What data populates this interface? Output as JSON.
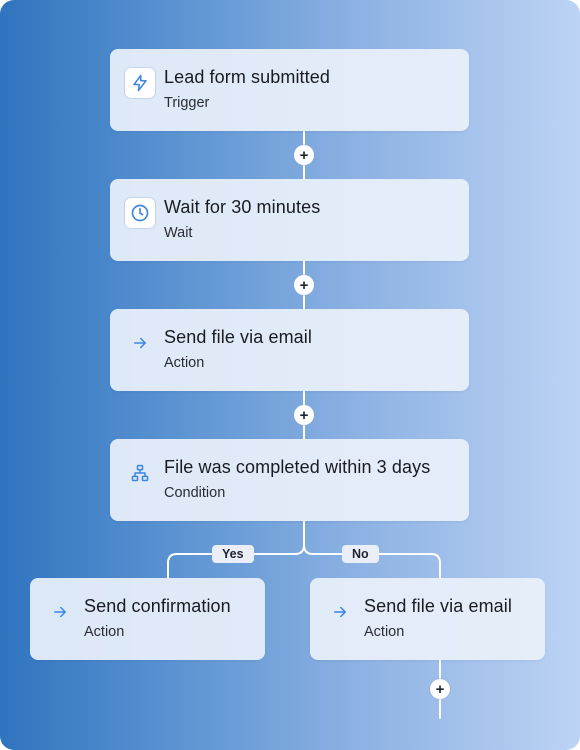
{
  "workflow": {
    "nodes": [
      {
        "title": "Lead form submitted",
        "subtitle": "Trigger",
        "icon": "lightning-icon"
      },
      {
        "title": "Wait for 30 minutes",
        "subtitle": "Wait",
        "icon": "clock-icon"
      },
      {
        "title": "Send file via email",
        "subtitle": "Action",
        "icon": "arrow-right-icon"
      },
      {
        "title": "File was completed within 3 days",
        "subtitle": "Condition",
        "icon": "branch-icon"
      }
    ],
    "branches": {
      "yes": {
        "label": "Yes",
        "node": {
          "title": "Send confirmation",
          "subtitle": "Action",
          "icon": "arrow-right-icon"
        }
      },
      "no": {
        "label": "No",
        "node": {
          "title": "Send file via email",
          "subtitle": "Action",
          "icon": "arrow-right-icon"
        }
      }
    },
    "add_step_symbol": "+",
    "colors": {
      "icon_blue": "#3b86e0",
      "connector": "#ffffff",
      "card": "#eaf0fa"
    }
  }
}
